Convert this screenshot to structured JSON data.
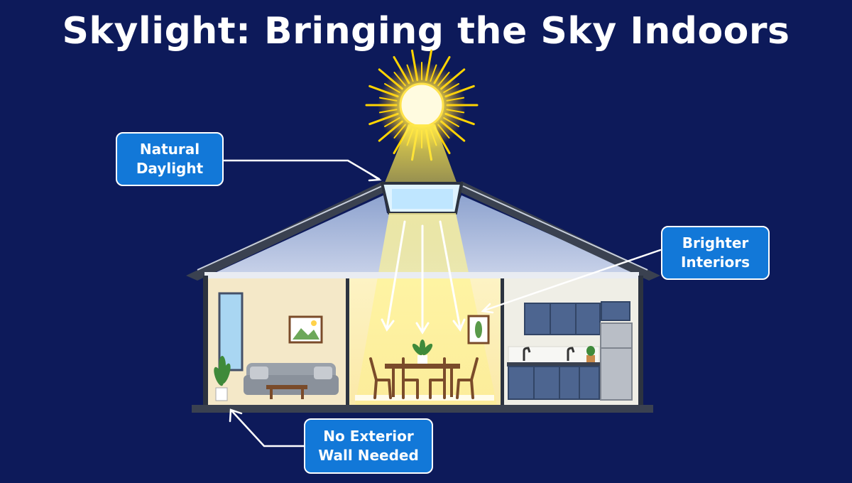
{
  "title": "Skylight: Bringing the Sky Indoors",
  "callouts": {
    "daylight": {
      "line1": "Natural",
      "line2": "Daylight"
    },
    "interiors": {
      "line1": "Brighter",
      "line2": "Interiors"
    },
    "wall": {
      "line1": "No Exterior",
      "line2": "Wall Needed"
    }
  },
  "colors": {
    "background": "#0d1a5a",
    "callout": "#1278d8",
    "sun": "#ffd400",
    "light_beam": "#fff27a",
    "roof": "#3a4150",
    "wall": "#f4e8c8",
    "cabinet": "#4d6590"
  }
}
